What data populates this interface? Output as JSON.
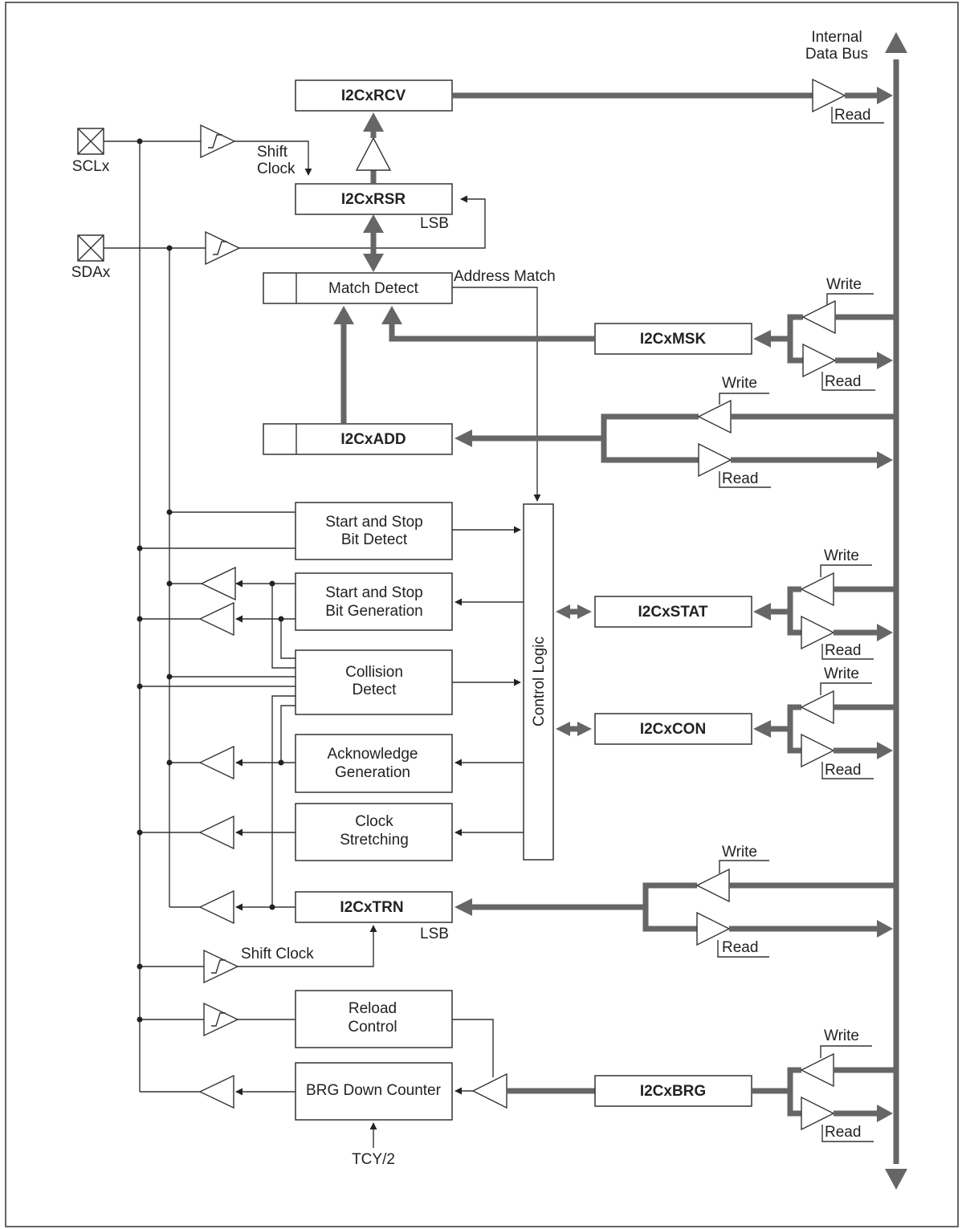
{
  "pins": {
    "sclx": "SCLx",
    "sdax": "SDAx"
  },
  "bus": {
    "line1": "Internal",
    "line2": "Data Bus"
  },
  "registers": {
    "rcv": "I2CxRCV",
    "rsr": "I2CxRSR",
    "msk": "I2CxMSK",
    "add": "I2CxADD",
    "stat": "I2CxSTAT",
    "con": "I2CxCON",
    "trn": "I2CxTRN",
    "brg": "I2CxBRG"
  },
  "blocks": {
    "match_detect": "Match Detect",
    "start_stop_detect": [
      "Start and Stop",
      "Bit Detect"
    ],
    "start_stop_gen": [
      "Start and Stop",
      "Bit Generation"
    ],
    "collision": [
      "Collision",
      "Detect"
    ],
    "ack_gen": [
      "Acknowledge",
      "Generation"
    ],
    "clock_stretch": [
      "Clock",
      "Stretching"
    ],
    "reload": [
      "Reload",
      "Control"
    ],
    "brg_counter": "BRG Down Counter",
    "control_logic": "Control Logic"
  },
  "labels": {
    "shift_clock_1": "Shift",
    "shift_clock_2": "Clock",
    "shift_clock": "Shift Clock",
    "lsb": "LSB",
    "address_match": "Address Match",
    "read": "Read",
    "write": "Write",
    "tcy": "TCY/2"
  },
  "colors": {
    "bus": "#666666",
    "line": "#333333"
  }
}
